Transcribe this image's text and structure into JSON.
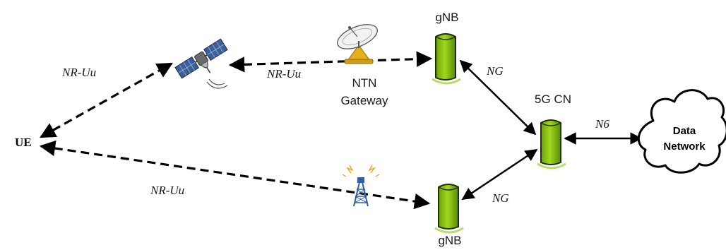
{
  "nodes": {
    "ue": "UE",
    "gnb_top": "gNB",
    "gnb_bottom": "gNB",
    "ntn_gateway_line1": "NTN",
    "ntn_gateway_line2": "Gateway",
    "core": "5G CN",
    "data_network_line1": "Data",
    "data_network_line2": "Network"
  },
  "links": {
    "ue_satellite": "NR-Uu",
    "satellite_gateway": "NR-Uu",
    "ue_tower": "NR-Uu",
    "gnb_top_core": "NG",
    "gnb_bottom_core": "NG",
    "core_dn": "N6"
  },
  "icons": [
    "satellite-icon",
    "satellite-dish-icon",
    "cell-tower-icon",
    "gnb-icon",
    "core-network-icon",
    "cloud-icon"
  ],
  "colors": {
    "gnb_green": "#8cc414",
    "gnb_dark": "#1e3006",
    "link": "#000000",
    "cloud": "#ffffff",
    "dish_yellow": "#e8b018",
    "tower_blue": "#2e5ea8"
  }
}
